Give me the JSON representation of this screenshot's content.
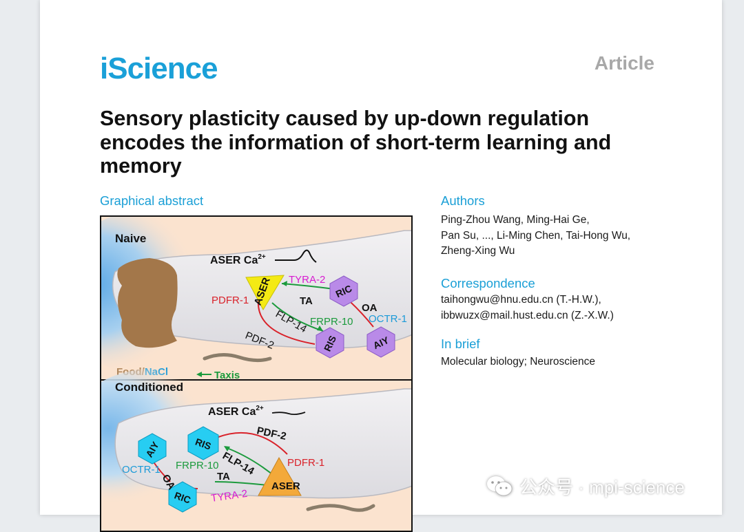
{
  "header": {
    "journal": "iScience",
    "article_type": "Article"
  },
  "paper": {
    "title": "Sensory plasticity caused by up-down regulation encodes the information of short-term learning and memory"
  },
  "graphical_abstract": {
    "heading": "Graphical abstract",
    "naive": {
      "label": "Naive",
      "aser_ca": "ASER Ca",
      "ca_sup": "2+",
      "neurons": {
        "aser": "ASER",
        "ric": "RIC",
        "ris": "RIS",
        "aiy": "AIY"
      },
      "tyra2": "TYRA-2",
      "ta": "TA",
      "oa": "OA",
      "pdfr1": "PDFR-1",
      "flp14": "FLP-14",
      "frpr10": "FRPR-10",
      "octr1": "OCTR-1",
      "pdf2": "PDF-2",
      "food": "Food",
      "slash": "/",
      "nacl": "NaCl",
      "taxis": "Taxis"
    },
    "conditioned": {
      "label": "Conditioned",
      "aser_ca": "ASER Ca",
      "ca_sup": "2+",
      "neurons": {
        "aser": "ASER",
        "ric": "RIC",
        "ris": "RIS",
        "aiy": "AIY"
      },
      "pdf2": "PDF-2",
      "flp14": "FLP-14",
      "pdfr1": "PDFR-1",
      "frpr10": "FRPR-10",
      "octr1": "OCTR-1",
      "oa": "OA",
      "ta": "TA",
      "tyra2": "TYRA-2"
    },
    "colors": {
      "aser_yellow": "#f4ea14",
      "aser_orange": "#f3a93a",
      "ric_purple": "#b98ae8",
      "aiy_cyan": "#27cdf2",
      "tyra_magenta": "#d81ad0",
      "pdfr_red": "#d9222a",
      "frpr_green": "#1b9a3c",
      "octr_blue": "#1b9ad8",
      "food_brown": "#a3774a"
    }
  },
  "authors": {
    "heading": "Authors",
    "lines": [
      "Ping-Zhou Wang, Ming-Hai Ge,",
      "Pan Su, ..., Li-Ming Chen, Tai-Hong Wu,",
      "Zheng-Xing Wu"
    ]
  },
  "correspondence": {
    "heading": "Correspondence",
    "lines": [
      "taihongwu@hnu.edu.cn (T.-H.W.),",
      "ibbwuzx@mail.hust.edu.cn (Z.-X.W.)"
    ]
  },
  "in_brief": {
    "heading": "In brief",
    "text": "Molecular biology; Neuroscience"
  },
  "watermark": {
    "icon": "wechat-icon",
    "text": "公众号 · mpi-science"
  }
}
